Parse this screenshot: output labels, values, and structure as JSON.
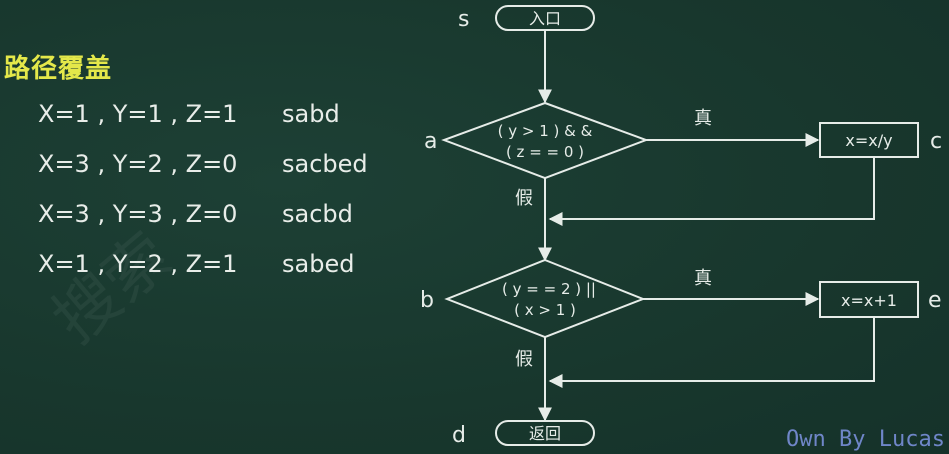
{
  "title": "路径覆盖",
  "cases": [
    {
      "cond": "X=1 , Y=1 , Z=1",
      "path": "sabd"
    },
    {
      "cond": "X=3 , Y=2 , Z=0",
      "path": "sacbed"
    },
    {
      "cond": "X=3 , Y=3 , Z=0",
      "path": "sacbd"
    },
    {
      "cond": "X=1 , Y=2 , Z=1",
      "path": "sabed"
    }
  ],
  "flowchart": {
    "start": {
      "label": "s",
      "text": "入口"
    },
    "decision_a": {
      "label": "a",
      "line1": "( y > 1 ) & &",
      "line2": "( z = = 0 )"
    },
    "process_c": {
      "label": "c",
      "text": "x=x/y"
    },
    "decision_b": {
      "label": "b",
      "line1": "( y = = 2 ) ||",
      "line2": "( x > 1 )"
    },
    "process_e": {
      "label": "e",
      "text": "x=x+1"
    },
    "end": {
      "label": "d",
      "text": "返回"
    },
    "true_label": "真",
    "false_label": "假"
  },
  "footer": "Own By Lucas",
  "colors": {
    "background": "#18372d",
    "title": "#e4e84a",
    "line": "#e6ece8",
    "footer": "#6f86c8"
  }
}
